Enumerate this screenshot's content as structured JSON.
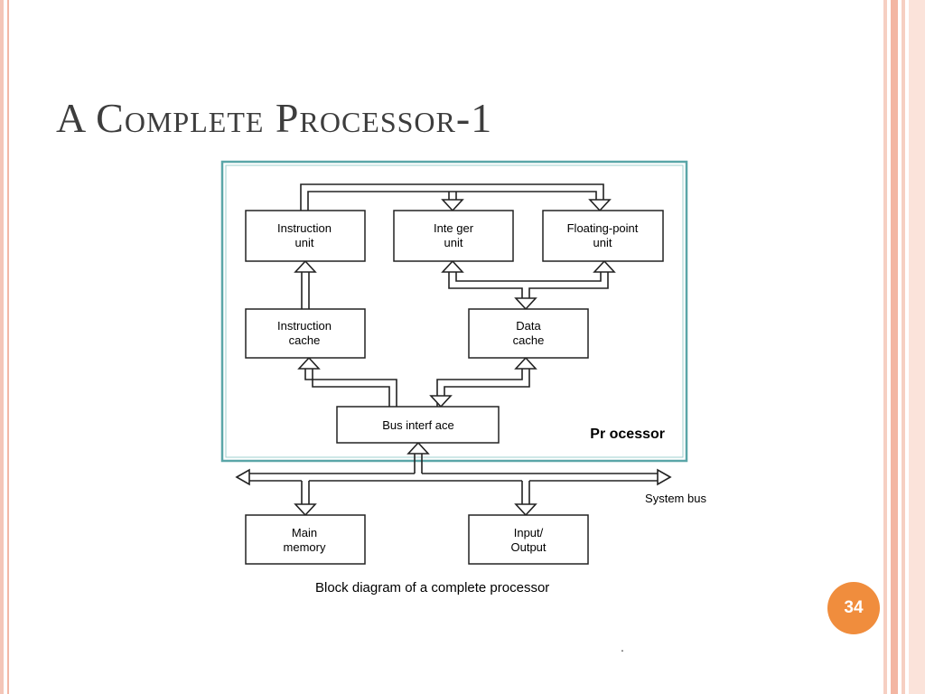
{
  "slide": {
    "title": "A Complete Processor-1",
    "page_number": "34",
    "caption": "Block diagram of a complete processor",
    "trailing_mark": "."
  },
  "diagram": {
    "boxes": {
      "instruction_unit": [
        "Instruction",
        "unit"
      ],
      "integer_unit": [
        "Inte ger",
        "unit"
      ],
      "floating_point_unit": [
        "Floating-point",
        "unit"
      ],
      "instruction_cache": [
        "Instruction",
        "cache"
      ],
      "data_cache": [
        "Data",
        "cache"
      ],
      "bus_interface": "Bus interf ace",
      "main_memory": [
        "Main",
        "memory"
      ],
      "input_output": [
        "Input/",
        "Output"
      ]
    },
    "processor_label": "Pr ocessor",
    "system_bus_label": "System bus"
  },
  "colors": {
    "processor_border": "#5aa6a8",
    "badge": "#f08d3d",
    "title": "#3d3d3d"
  }
}
